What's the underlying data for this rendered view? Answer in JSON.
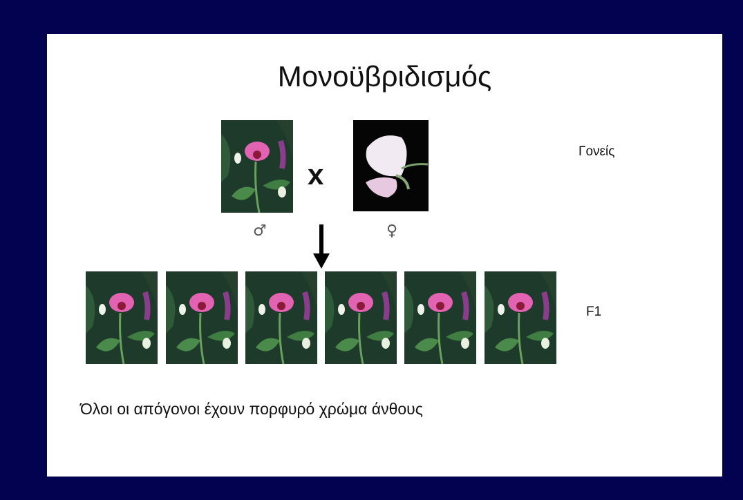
{
  "slide": {
    "title": "Μονοϋβριδισμός",
    "parents_label": "Γονείς",
    "f1_label": "F1",
    "cross_symbol": "x",
    "male_symbol": "♂",
    "female_symbol": "♀",
    "caption": "Όλοι οι απόγονοι έχουν πορφυρό χρώμα άνθους"
  },
  "colors": {
    "frame": "#020250",
    "background": "#ffffff",
    "purple_flower": "#e060b0",
    "white_flower": "#f0e8f4"
  },
  "images": {
    "parent_male": "purple-flower-photo",
    "parent_female": "white-flower-photo",
    "offspring": [
      "purple-flower-photo",
      "purple-flower-photo",
      "purple-flower-photo",
      "purple-flower-photo",
      "purple-flower-photo",
      "purple-flower-photo"
    ]
  }
}
